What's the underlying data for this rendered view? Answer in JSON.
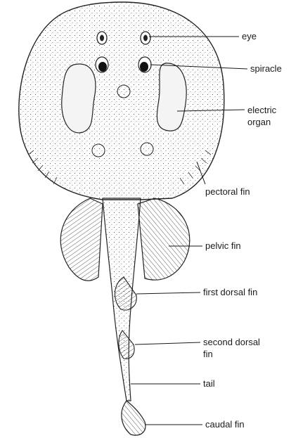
{
  "labels": {
    "eye": "eye",
    "spiracle": "spiracle",
    "electric_organ_1": "electric",
    "electric_organ_2": "organ",
    "pectoral_fin": "pectoral fin",
    "pelvic_fin": "pelvic fin",
    "first_dorsal_fin": "first dorsal fin",
    "second_dorsal_fin_1": "second dorsal",
    "second_dorsal_fin_2": "fin",
    "tail": "tail",
    "caudal_fin": "caudal fin"
  },
  "colors": {
    "ink": "#1a1a1a",
    "paper": "#ffffff"
  }
}
